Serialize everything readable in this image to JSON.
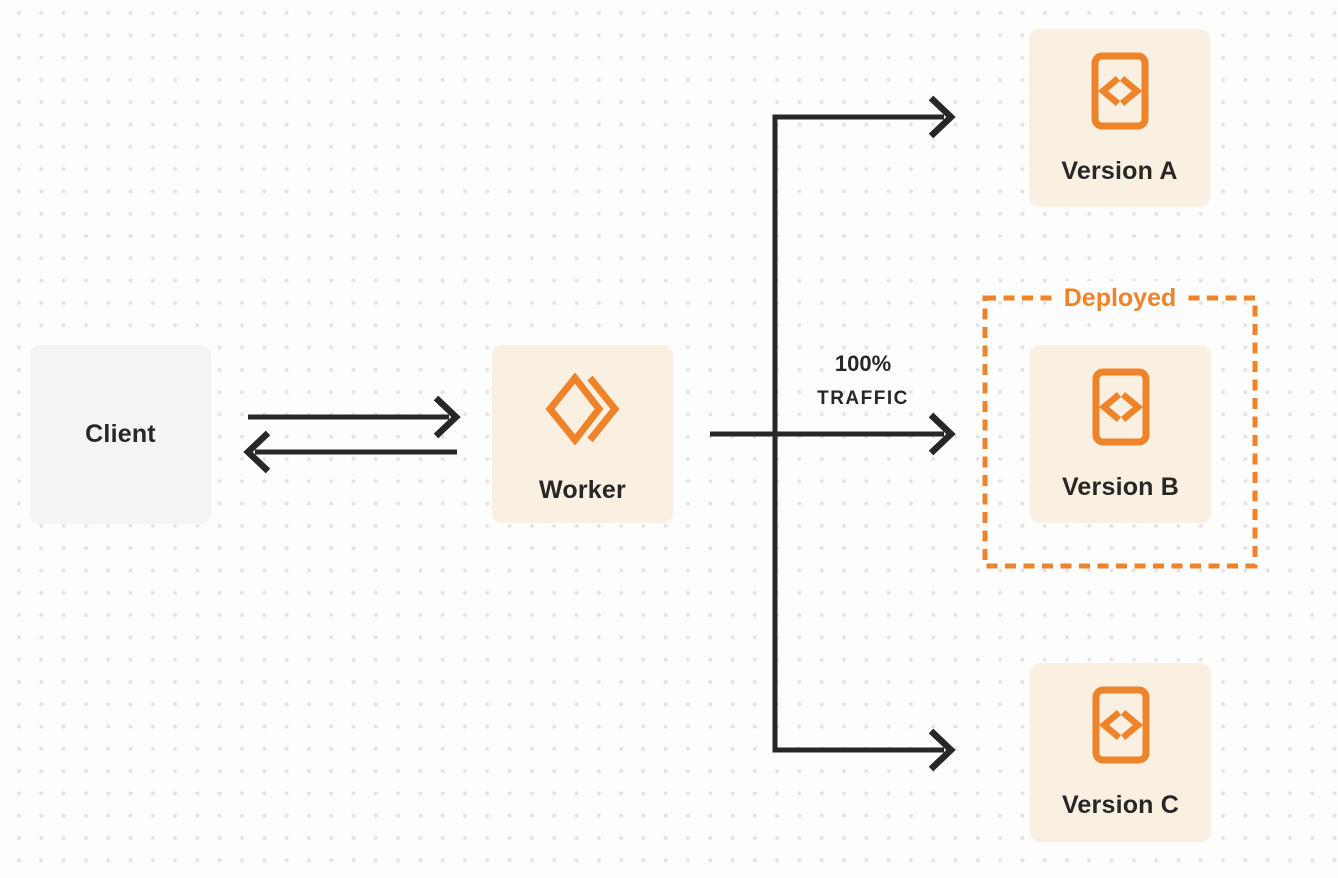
{
  "colors": {
    "accent_orange": "#EE8329",
    "node_cream": "#FAF0E1",
    "client_gray": "#F4F4F5",
    "ink": "#272727",
    "page_bg": "#FDFDFD",
    "dot_color": "#E3E3E4"
  },
  "nodes": {
    "client": {
      "label": "Client"
    },
    "worker": {
      "label": "Worker",
      "icon": "worker-logo-icon"
    },
    "version_a": {
      "label": "Version A",
      "icon": "code-file-icon"
    },
    "version_b": {
      "label": "Version B",
      "icon": "code-file-icon"
    },
    "version_c": {
      "label": "Version C",
      "icon": "code-file-icon"
    }
  },
  "group": {
    "label": "Deployed",
    "contains": [
      "version_b"
    ]
  },
  "edge_label": {
    "line1": "100%",
    "line2": "TRAFFIC"
  },
  "edges": [
    {
      "from": "client",
      "to": "worker",
      "direction": "both"
    },
    {
      "from": "worker",
      "to": "version_a"
    },
    {
      "from": "worker",
      "to": "version_b",
      "label": "100% TRAFFIC"
    },
    {
      "from": "worker",
      "to": "version_c"
    }
  ]
}
